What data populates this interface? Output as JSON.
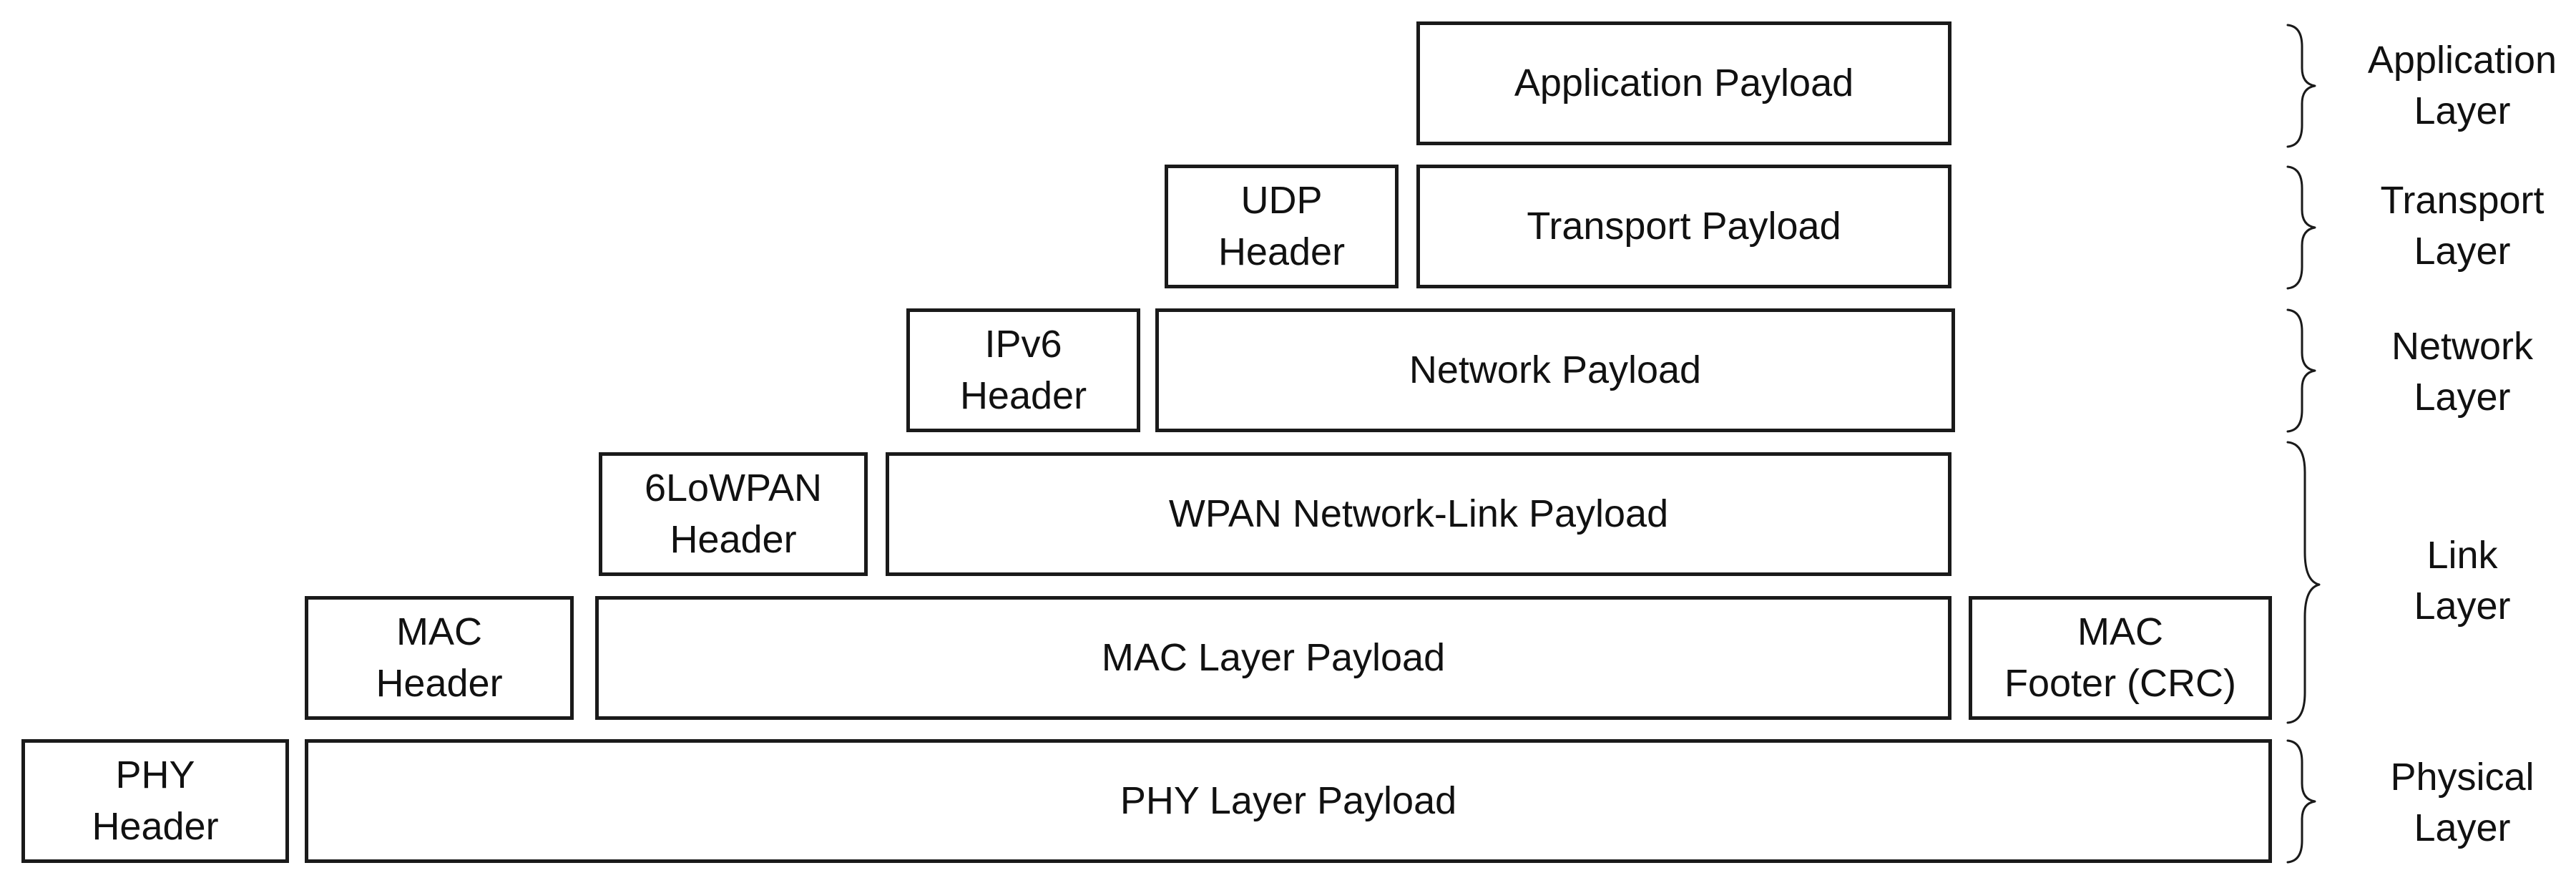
{
  "layers": {
    "application": {
      "label": "Application\nLayer",
      "boxes": {
        "application_payload": "Application Payload"
      }
    },
    "transport": {
      "label": "Transport\nLayer",
      "boxes": {
        "udp_header": "UDP\nHeader",
        "transport_payload": "Transport Payload"
      }
    },
    "network": {
      "label": "Network\nLayer",
      "boxes": {
        "ipv6_header": "IPv6\nHeader",
        "network_payload": "Network Payload"
      }
    },
    "link": {
      "label": "Link\nLayer",
      "boxes": {
        "sixlowpan_header": "6LoWPAN\nHeader",
        "wpan_payload": "WPAN Network-Link Payload",
        "mac_header": "MAC\nHeader",
        "mac_payload": "MAC Layer Payload",
        "mac_footer": "MAC\nFooter (CRC)"
      }
    },
    "physical": {
      "label": "Physical\nLayer",
      "boxes": {
        "phy_header": "PHY\nHeader",
        "phy_payload": "PHY Layer Payload"
      }
    }
  }
}
